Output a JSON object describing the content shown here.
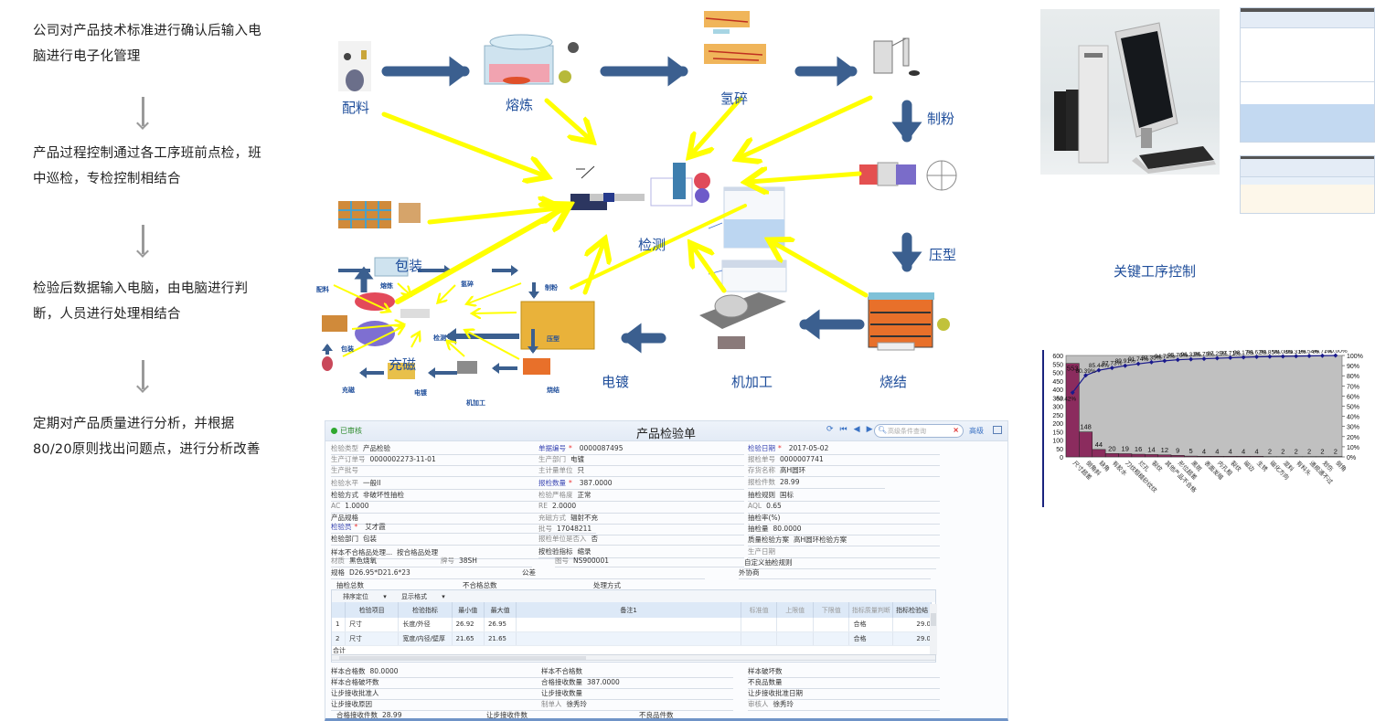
{
  "steps": [
    {
      "text": "公司对产品技术标准进行确认后输入电脑进行电子化管理"
    },
    {
      "text": "产品过程控制通过各工序班前点检，班中巡检，专检控制相结合"
    },
    {
      "text": "检验后数据输入电脑，由电脑进行判断，人员进行处理相结合"
    },
    {
      "text": "定期对产品质量进行分析，并根据80/20原则找出问题点，进行分析改善"
    }
  ],
  "diagram": {
    "stages": {
      "peiliao": "配料",
      "ronglian": "熔炼",
      "qingsui": "氢碎",
      "zhifen": "制粉",
      "yaxing": "压型",
      "shaojie": "烧结",
      "jijiagong": "机加工",
      "diandu": "电镀",
      "jiance": "检测"
    },
    "mini_flow": {
      "baozhuang_overlay": "包装",
      "chongci_overlay": "充磁",
      "peiliao": "配料",
      "ronglian": "熔炼",
      "qingsui": "氢碎",
      "zhifen": "制粉",
      "yaxing": "压型",
      "jiance": "检测",
      "baozhuang": "包装",
      "chongci": "充磁",
      "diandu": "电镀",
      "shaojie": "烧结",
      "jijiagong": "机加工"
    },
    "colors": {
      "flow_arrow": "#3b5f8f",
      "inspection_arrow": "#ffff00",
      "label": "#1f4e9b"
    }
  },
  "key_process": {
    "title": "关键工序控制"
  },
  "inspection_form": {
    "status": "已审核",
    "title": "产品检验单",
    "search_placeholder": "高级条件查询",
    "advanced_label": "高级",
    "fields": {
      "jianyan_leixing": {
        "label": "检验类型",
        "value": "产品检验"
      },
      "shengchan_dingdan": {
        "label": "生产订单号",
        "value": "0000002273-11-01"
      },
      "shengchan_pihao": {
        "label": "生产批号",
        "value": ""
      },
      "jianyan_shuiping": {
        "label": "检验水平",
        "value": "一般II"
      },
      "jianyan_fangshi": {
        "label": "检验方式",
        "value": "非破坏性抽检"
      },
      "ac": {
        "label": "AC",
        "value": "1.0000"
      },
      "chanpin_guige": {
        "label": "产品规格",
        "value": ""
      },
      "jianyanyuan": {
        "label": "检验员",
        "value": "艾才霞"
      },
      "jianyan_bumen": {
        "label": "检验部门",
        "value": "包装"
      },
      "yangben_chuli": {
        "label": "样本不合格品处理...",
        "value": "按合格品处理"
      },
      "caizhi": {
        "label": "材质",
        "value": "黑色烧氧"
      },
      "paihao": {
        "label": "牌号",
        "value": "38SH"
      },
      "guige": {
        "label": "规格",
        "value": "D26.95*D21.6*23"
      },
      "gongcha": {
        "label": "公差",
        "value": ""
      },
      "danju_bianhao": {
        "label": "单据编号",
        "value": "0000087495"
      },
      "shengchan_bumen": {
        "label": "生产部门",
        "value": "电镀"
      },
      "zhu_jiliang_danwei": {
        "label": "主计量单位",
        "value": "只"
      },
      "baojian_shuliang": {
        "label": "报检数量",
        "value": "387.0000"
      },
      "jianyan_yangedu": {
        "label": "检验严格度",
        "value": "正常"
      },
      "re": {
        "label": "RE",
        "value": "2.0000"
      },
      "chongci_fangshi": {
        "label": "充磁方式",
        "value": "辐射不充"
      },
      "pihao": {
        "label": "批号",
        "value": "17048211"
      },
      "baojian_danwei": {
        "label": "报检单位是否入",
        "value": "否"
      },
      "qijian_biaozhun": {
        "label": "按检验指标",
        "value": "缩录"
      },
      "tuhao": {
        "label": "图号",
        "value": "NS900001"
      },
      "jianyan_riqi": {
        "label": "检验日期",
        "value": "2017-05-02"
      },
      "baojian_danhao": {
        "label": "报检单号",
        "value": "0000007741"
      },
      "cunhuo_mingcheng": {
        "label": "存货名称",
        "value": "高H圆环"
      },
      "baojian_jianshu": {
        "label": "报检件数",
        "value": "28.99"
      },
      "jianyan_guize": {
        "label": "抽检规则",
        "value": "国标"
      },
      "aql": {
        "label": "AQL",
        "value": "0.65"
      },
      "choujian_lv": {
        "label": "抽检率(%)",
        "value": ""
      },
      "choujian_liang": {
        "label": "抽检量",
        "value": "80.0000"
      },
      "zhiliang_fangan": {
        "label": "质量检验方案",
        "value": "高H圆环检验方案"
      },
      "shengchan_riqi": {
        "label": "生产日期",
        "value": ""
      },
      "zidong_guize": {
        "label": "自定义抽检规则",
        "value": ""
      },
      "waixie": {
        "label": "外协商",
        "value": ""
      },
      "choujian_zongshu": {
        "label": "抽检总数",
        "value": ""
      },
      "buhege_zongshu": {
        "label": "不合格总数",
        "value": ""
      },
      "chuli_fangshi": {
        "label": "处理方式",
        "value": ""
      }
    },
    "table": {
      "toolbar": [
        "排序定位",
        "显示格式"
      ],
      "columns": [
        "",
        "检验项目",
        "检验指标",
        "最小值",
        "最大值",
        "备注1",
        "标准值",
        "上限值",
        "下限值",
        "指标质量判断",
        "指标检验结"
      ],
      "rows": [
        [
          "1",
          "尺寸",
          "长度/外径",
          "26.92",
          "26.95",
          "",
          "",
          "",
          "",
          "合格",
          "29.0"
        ],
        [
          "2",
          "尺寸",
          "宽度/内径/壁厚",
          "21.65",
          "21.65",
          "",
          "",
          "",
          "",
          "合格",
          "29.0"
        ]
      ],
      "summary_label": "合计"
    },
    "bottom_fields": {
      "yangben_hege": {
        "label": "样本合格数",
        "value": "80.0000"
      },
      "yangben_hege_pohuai": {
        "label": "样本合格破坏数",
        "value": ""
      },
      "rangbu_pizhun": {
        "label": "让步接收批准人",
        "value": ""
      },
      "rangbu_yuanyin": {
        "label": "让步接收原因",
        "value": ""
      },
      "hege_jieshou_jianshu": {
        "label": "合格接收件数",
        "value": "28.99"
      },
      "yangben_buhege": {
        "label": "样本不合格数",
        "value": ""
      },
      "hege_jieshou_shuliang": {
        "label": "合格接收数量",
        "value": "387.0000"
      },
      "rangbu_shuliang": {
        "label": "让步接收数量",
        "value": ""
      },
      "zhidanren": {
        "label": "制单人",
        "value": "徐秀玲"
      },
      "rangbu_jianshu": {
        "label": "让步接收件数",
        "value": ""
      },
      "buliang_jianshu": {
        "label": "不良品件数",
        "value": ""
      },
      "yangben_pohuai": {
        "label": "样本破坏数",
        "value": ""
      },
      "buliang_shuliang": {
        "label": "不良品数量",
        "value": ""
      },
      "rangbu_pizhun_riqi": {
        "label": "让步接收批准日期",
        "value": ""
      },
      "shenheren": {
        "label": "审核人",
        "value": "徐秀玲"
      }
    }
  },
  "chart_data": {
    "type": "bar",
    "title": "",
    "categories": [
      "尺寸超差",
      "倒角斜",
      "缺角",
      "有胶水",
      "刀纹粗糙砂纹纹",
      "烂孔",
      "裂纹",
      "其他产品不合格",
      "形位超差",
      "黑斑",
      "表面发暗",
      "内孔粗",
      "裂纹",
      "磁边",
      "生锈",
      "磁化方向",
      "混料",
      "有料头",
      "通规通不过",
      "划伤",
      "倒角"
    ],
    "series": [
      {
        "name": "count",
        "type": "bar",
        "values": [
          553,
          148,
          44,
          20,
          19,
          16,
          14,
          12,
          9,
          5,
          4,
          4,
          4,
          4,
          4,
          2,
          2,
          2,
          2,
          2,
          2
        ],
        "color": "#8b2c5e"
      },
      {
        "name": "cumulative %",
        "type": "line",
        "axis": "right",
        "values": [
          63.42,
          80.39,
          85.44,
          87.73,
          89.91,
          91.74,
          93.35,
          94.72,
          95.76,
          96.33,
          96.79,
          97.25,
          97.71,
          98.17,
          98.62,
          98.85,
          99.08,
          99.31,
          99.54,
          99.77,
          100.0
        ],
        "color": "#1a1a8c"
      }
    ],
    "ylim": [
      0,
      600
    ],
    "yticks": [
      0,
      50,
      100,
      150,
      200,
      250,
      300,
      350,
      400,
      450,
      500,
      550,
      600
    ],
    "y2lim": [
      0,
      100
    ],
    "y2ticks": [
      "0%",
      "10%",
      "20%",
      "30%",
      "40%",
      "50%",
      "60%",
      "70%",
      "80%",
      "90%",
      "100%"
    ],
    "background": "#c0c0c0",
    "grid": false,
    "legend": "none"
  }
}
